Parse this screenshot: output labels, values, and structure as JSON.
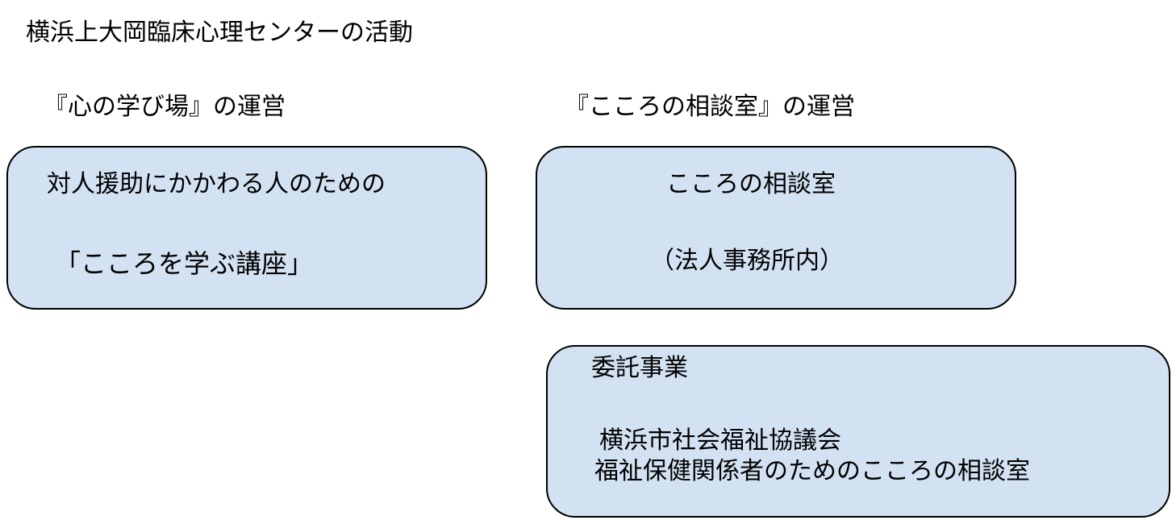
{
  "title": "横浜上大岡臨床心理センターの活動",
  "sections": {
    "left_heading": "『心の学び場』の運営",
    "right_heading": "『こころの相談室』の運営"
  },
  "boxes": {
    "lecture": {
      "line1": "対人援助にかかわる人のための",
      "line2": "「こころを学ぶ講座」"
    },
    "consultation": {
      "line1": "こころの相談室",
      "line2": "（法人事務所内）"
    },
    "commission": {
      "line1": "委託事業",
      "line2": "横浜市社会福祉協議会",
      "line3": "福祉保健関係者のためのこころの相談室"
    }
  },
  "colors": {
    "box_fill": "#d3e2f2",
    "box_border": "#000000",
    "text": "#000000"
  }
}
